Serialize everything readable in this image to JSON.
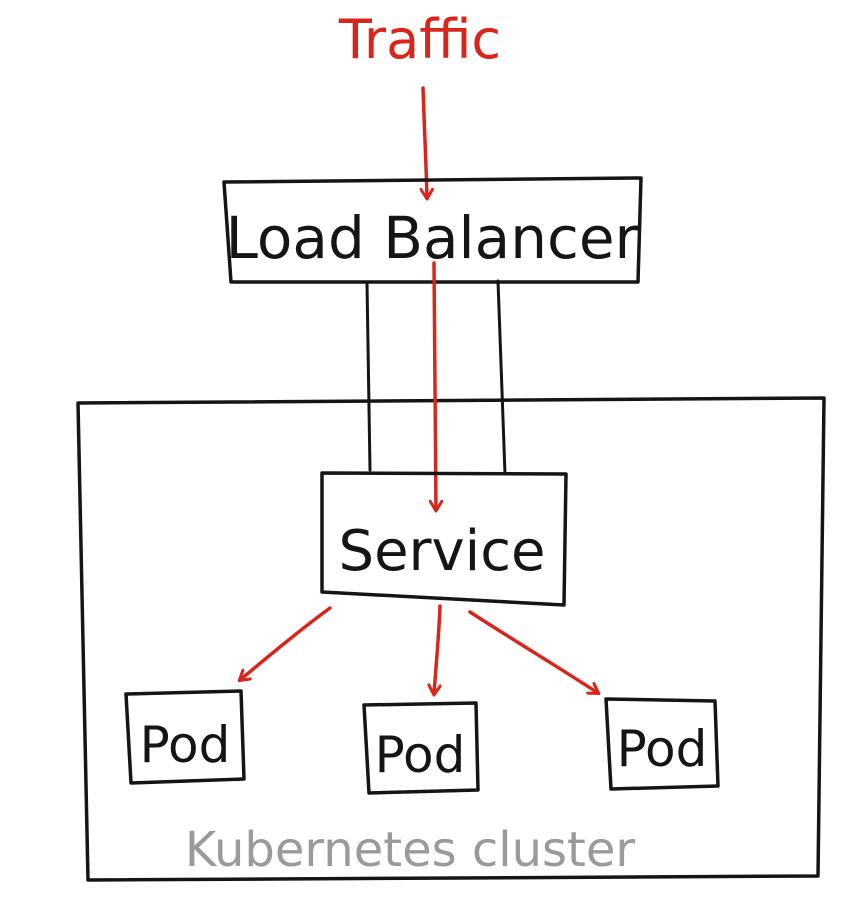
{
  "labels": {
    "traffic": "Traffic",
    "load_balancer": "Load Balancer",
    "service": "Service",
    "pods": [
      "Pod",
      "Pod",
      "Pod"
    ],
    "cluster": "Kubernetes cluster"
  },
  "colors": {
    "ink": "#151515",
    "traffic_arrow": "#d9261c",
    "cluster_label": "#9a9a9a"
  }
}
